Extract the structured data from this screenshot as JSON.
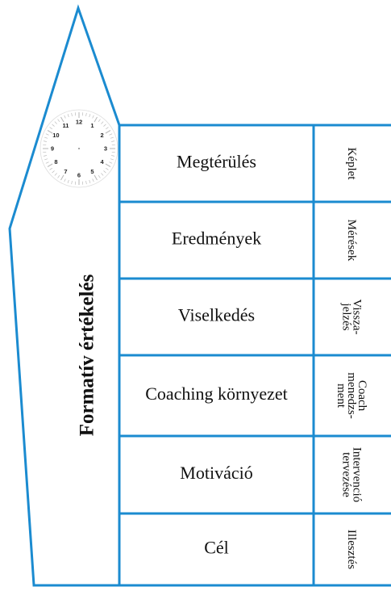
{
  "main_label": "Formatív értékelés",
  "rows": [
    {
      "label": "Megtérülés",
      "side": [
        "Képlet"
      ]
    },
    {
      "label": "Eredmények",
      "side": [
        "Mérések"
      ]
    },
    {
      "label": "Viselkedés",
      "side": [
        "Vissza-",
        "jelzés"
      ]
    },
    {
      "label": "Coaching környezet",
      "side": [
        "Coach",
        "menedzs-",
        "ment"
      ]
    },
    {
      "label": "Motiváció",
      "side": [
        "Intervenció",
        "tervezése"
      ]
    },
    {
      "label": "Cél",
      "side": [
        "Illesztés"
      ]
    }
  ],
  "clock": {
    "numbers": [
      "12",
      "1",
      "2",
      "3",
      "4",
      "5",
      "6",
      "7",
      "8",
      "9",
      "10",
      "11"
    ]
  },
  "colors": {
    "outline": "#1b8bd0",
    "clock_ticks": "#bbbbbb"
  }
}
